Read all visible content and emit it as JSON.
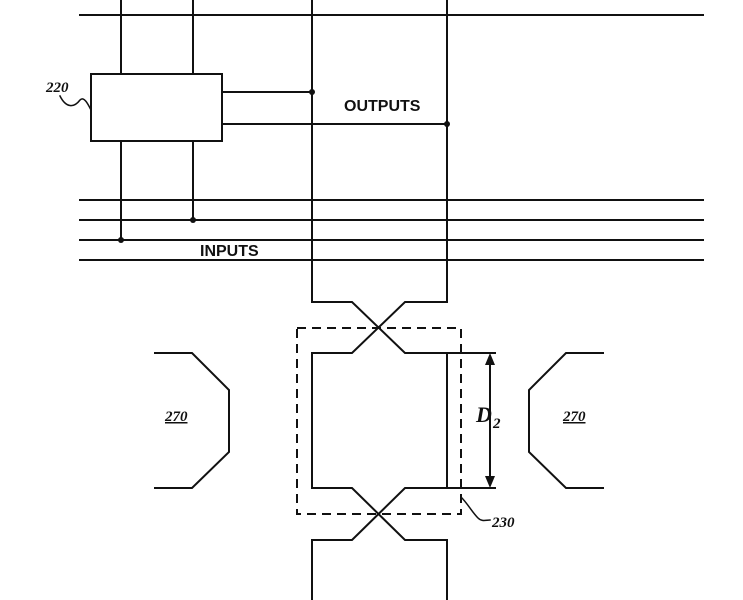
{
  "labels": {
    "outputs": "OUTPUTS",
    "inputs": "INPUTS",
    "block_ref": "220",
    "pad_left_ref": "270",
    "pad_right_ref": "270",
    "dashed_region_ref": "230",
    "dimension_main": "D",
    "dimension_sub": "2"
  }
}
